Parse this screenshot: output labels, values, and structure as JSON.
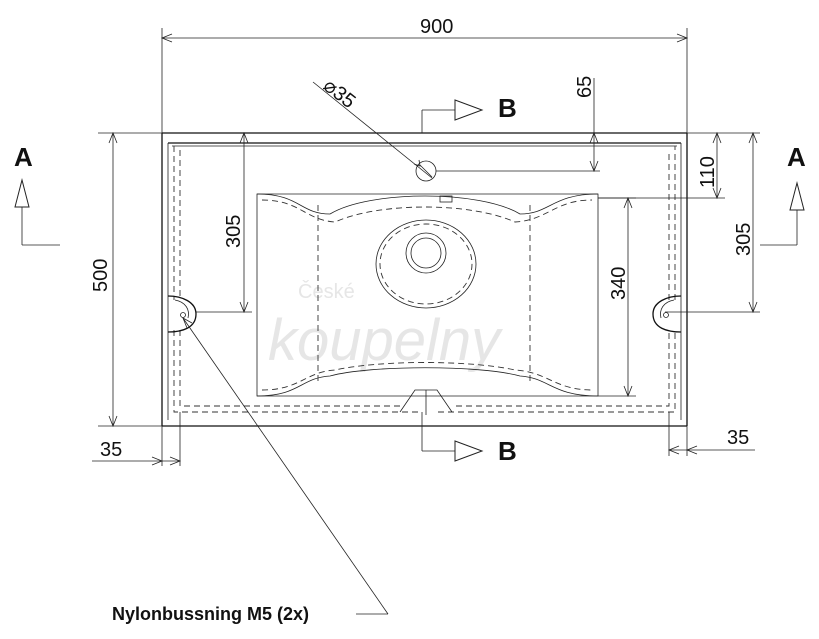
{
  "dimensions": {
    "width_total": "900",
    "depth_total": "500",
    "hole_diameter": "35",
    "front_edge": "65",
    "inner_offset": "110",
    "left_height": "305",
    "right_height": "305",
    "bowl_depth": "340",
    "left_edge": "35",
    "right_edge": "35"
  },
  "section_markers": {
    "section_a_left": "A",
    "section_a_right": "A",
    "section_b_top": "B",
    "section_b_bottom": "B"
  },
  "callout": {
    "label": "Nylonbussning M5 (2x)"
  },
  "watermark": {
    "line1": "České",
    "line2": "koupelny"
  },
  "colors": {
    "line": "#111111",
    "background": "#ffffff",
    "watermark": "#e6e6e6"
  }
}
